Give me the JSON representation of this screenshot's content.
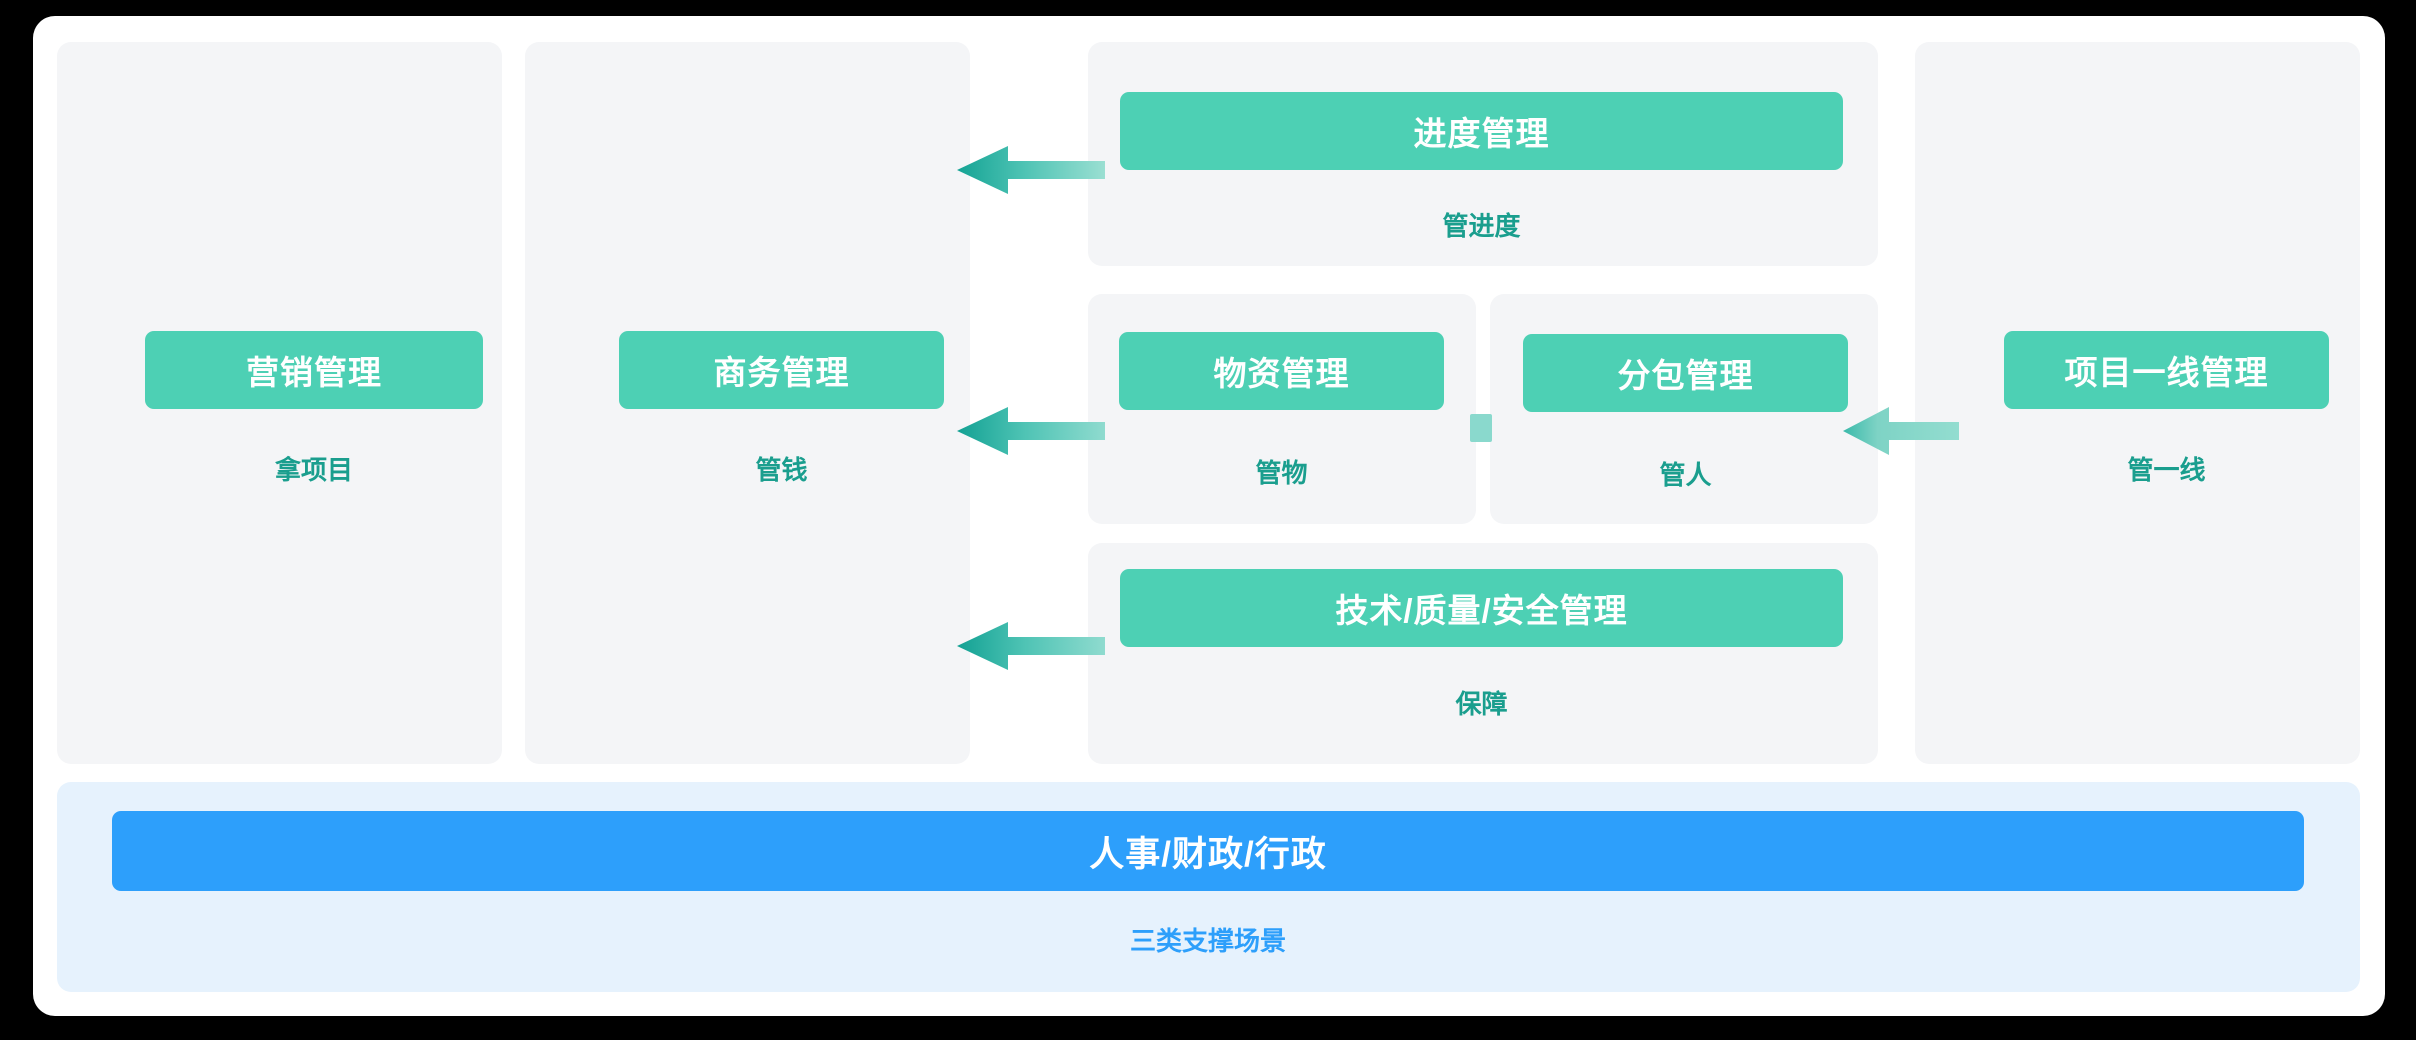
{
  "diagram": {
    "title_visible": false,
    "colors": {
      "green_pill": "#4dd0b4",
      "teal_caption": "#1a9e8e",
      "blue_pill": "#2d9ffb",
      "blue_band": "#e6f2fd",
      "card_grey": "#f4f5f7",
      "board_white": "#ffffff",
      "page_black": "#000000",
      "arrow_dark": "#14a394",
      "arrow_light": "#8ad9cd"
    },
    "columns": [
      {
        "id": "marketing",
        "pill": "营销管理",
        "caption": "拿项目"
      },
      {
        "id": "commerce",
        "pill": "商务管理",
        "caption": "管钱"
      },
      {
        "id": "progress",
        "pill": "进度管理",
        "caption": "管进度"
      },
      {
        "id": "material",
        "pill": "物资管理",
        "caption": "管物"
      },
      {
        "id": "subcontract",
        "pill": "分包管理",
        "caption": "管人"
      },
      {
        "id": "tqs",
        "pill": "技术/质量/安全管理",
        "caption": "保障"
      },
      {
        "id": "frontline",
        "pill": "项目一线管理",
        "caption": "管一线"
      }
    ],
    "support": {
      "pill": "人事/财政/行政",
      "caption": "三类支撑场景"
    },
    "arrows": [
      {
        "id": "progress-to-commerce",
        "direction": "left",
        "style": "gradient-dark"
      },
      {
        "id": "material-to-commerce",
        "direction": "left",
        "style": "gradient-dark"
      },
      {
        "id": "tqs-to-commerce",
        "direction": "left",
        "style": "gradient-dark"
      },
      {
        "id": "frontline-to-subcontract",
        "direction": "left",
        "style": "flat-light"
      }
    ]
  }
}
